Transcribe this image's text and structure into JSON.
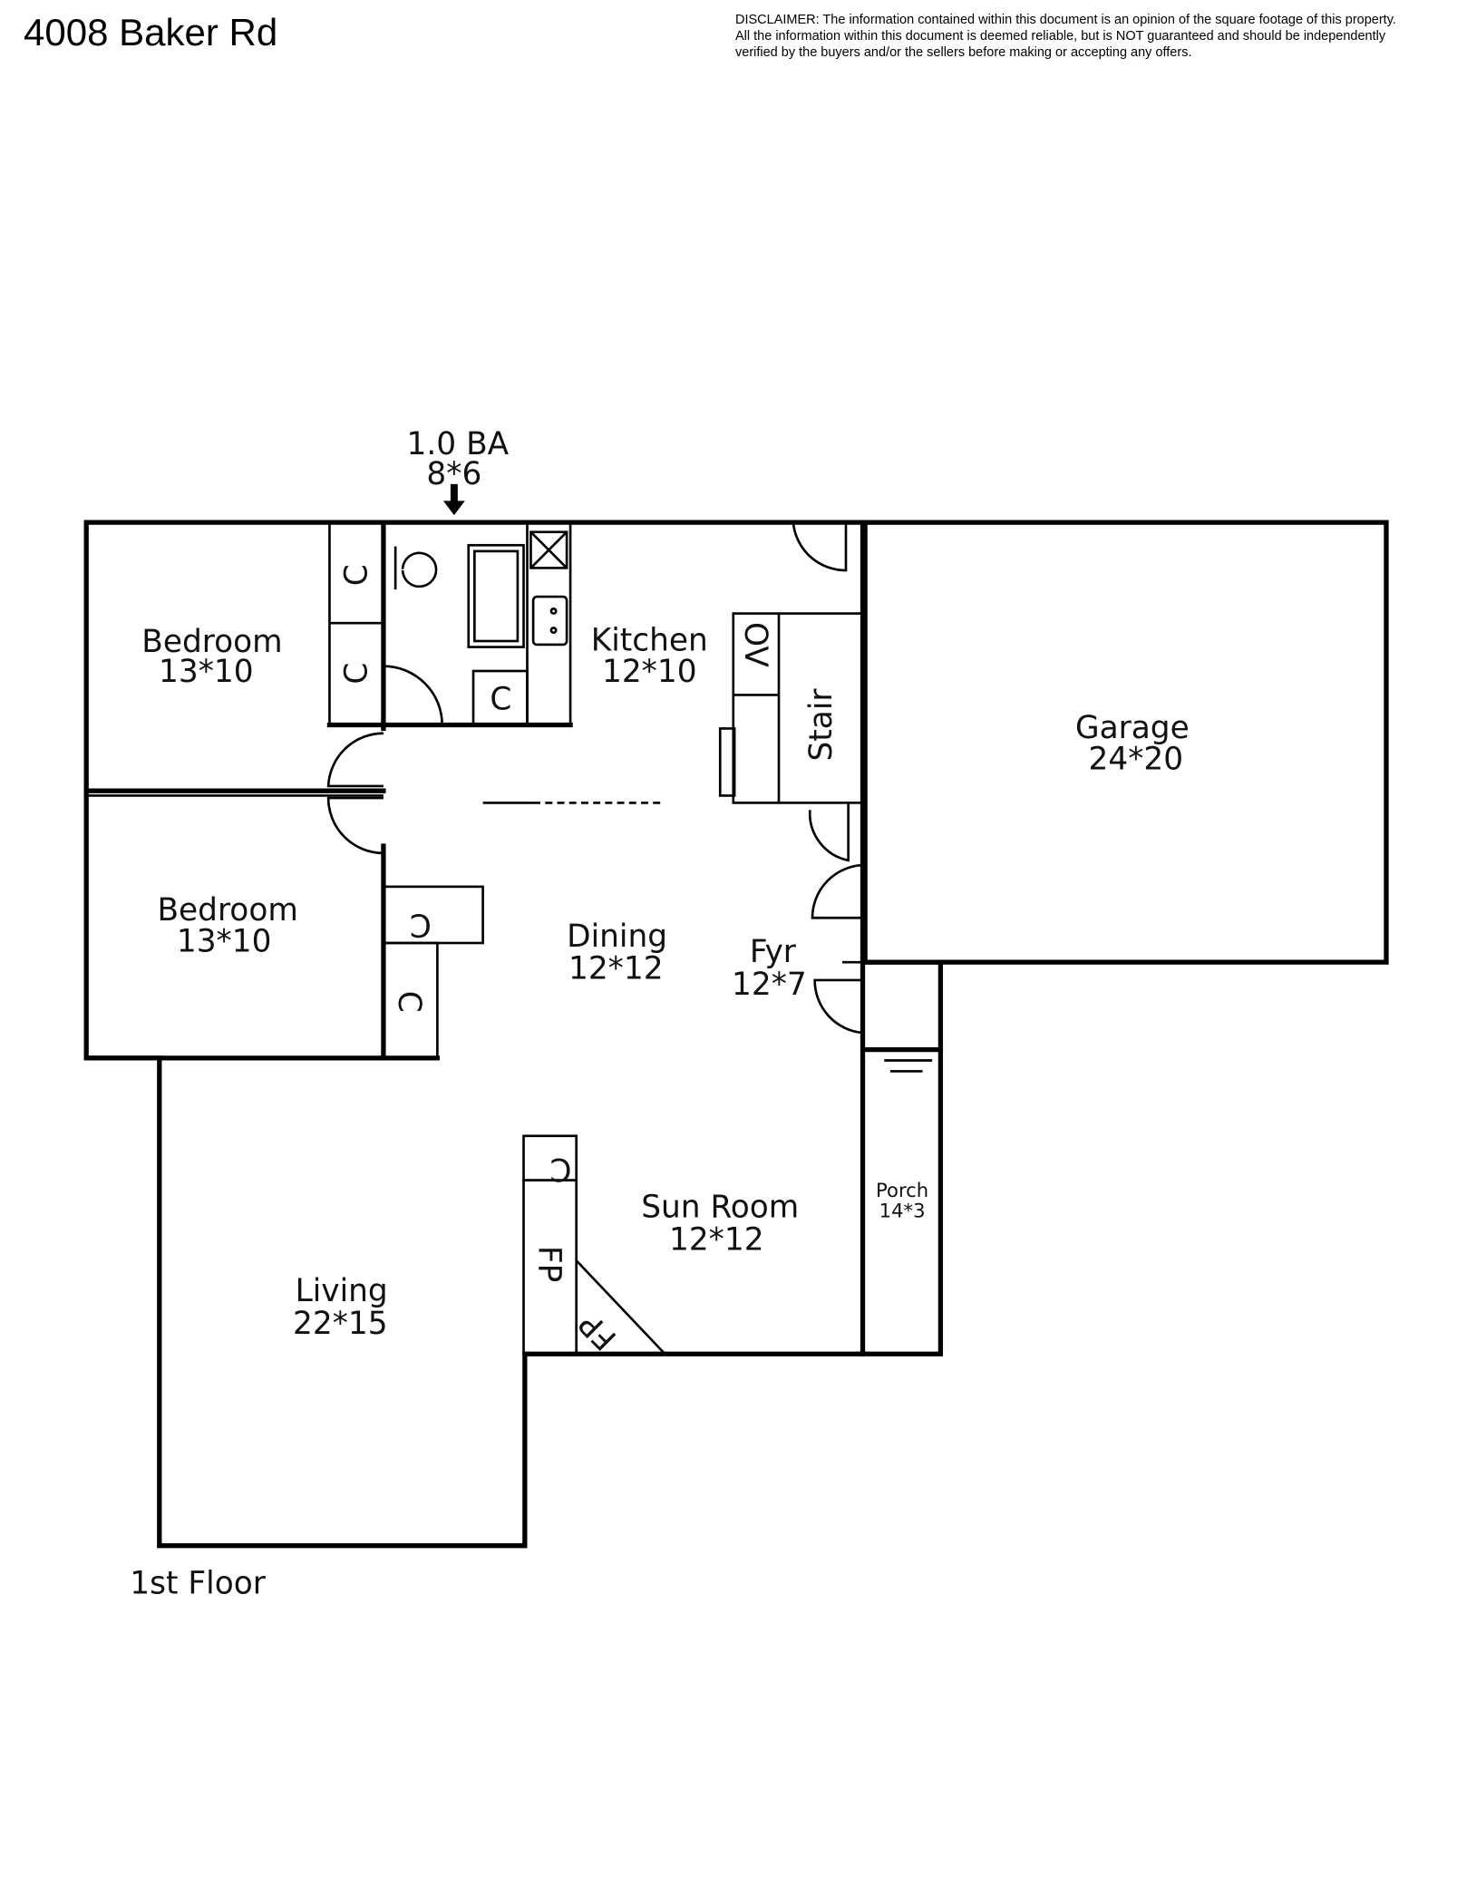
{
  "header": {
    "title": "4008 Baker Rd",
    "disclaimer_lines": [
      "DISCLAIMER: The information contained within this document is an opinion of the square footage of this property.",
      "All the information within this document is deemed reliable, but is NOT guaranteed and should be independently",
      "verified by the buyers and/or the sellers before making or accepting any offers."
    ]
  },
  "floor_label": "1st Floor",
  "rooms": {
    "bath": {
      "name": "1.0 BA",
      "size": "8*6"
    },
    "bedroom1": {
      "name": "Bedroom",
      "size": "13*10"
    },
    "bedroom2": {
      "name": "Bedroom",
      "size": "13*10"
    },
    "kitchen": {
      "name": "Kitchen",
      "size": "12*10"
    },
    "garage": {
      "name": "Garage",
      "size": "24*20"
    },
    "dining": {
      "name": "Dining",
      "size": "12*12"
    },
    "foyer": {
      "name": "Fyr",
      "size": "12*7"
    },
    "sunroom": {
      "name": "Sun Room",
      "size": "12*12"
    },
    "porch": {
      "name": "Porch",
      "size": "14*3"
    },
    "living": {
      "name": "Living",
      "size": "22*15"
    }
  },
  "fixtures": {
    "closet": "C",
    "oven": "OV",
    "stair": "Stair",
    "fireplace": "FP"
  }
}
